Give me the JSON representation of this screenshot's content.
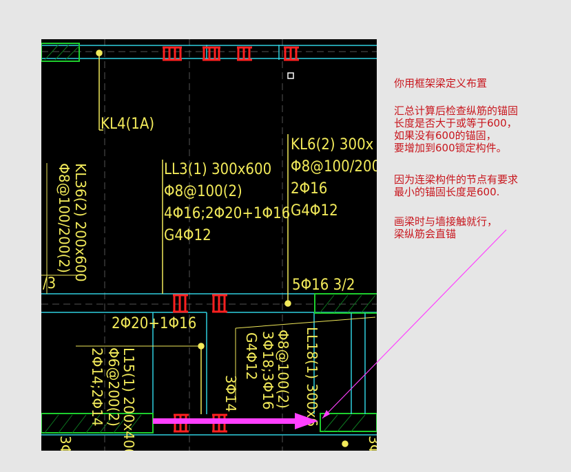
{
  "drawing": {
    "labels": {
      "kl4": "KL4(1A)",
      "kl6_1": "KL6(2) 300x",
      "kl6_2": "Φ8@100/200",
      "kl6_3": "2Φ16",
      "kl6_4": "G4Φ12",
      "ll3_1": "LL3(1) 300x600",
      "ll3_2": "Φ8@100(2)",
      "ll3_3": "4Φ16;2Φ20+1Φ16",
      "ll3_4": "G4Φ12",
      "kl36_1": "KL36(2) 200x600",
      "kl36_2": "Φ8@100/200(2)",
      "kl36_3": "/3",
      "bottom_516": "5Φ16 3/2",
      "bottom_220": "2Φ20+1Φ16",
      "l15_1": "L15(1) 200x400",
      "l15_2": "Φ6@200(2)",
      "l15_3": "2Φ14;2Φ14",
      "ll18_1": "LL18(1) 300x6",
      "ll18_2": "Φ8@100(2)",
      "ll18_3": "3Φ18;3Φ16",
      "ll18_4": "G4Φ12",
      "b314": "3Φ14",
      "edge_left": "3Φ",
      "edge_right": "3Φ"
    }
  },
  "annotations": {
    "line1": "你用框架梁定义布置",
    "para2": "汇总计算后检查纵筋的锚固\n长度是否大于或等于600，\n如果没有600的锚固，\n要增加到600锁定构件。",
    "para3": "因为连梁构件的节点有要求\n最小的锚固长度是600.",
    "para4": "画梁时与墙接触就行，\n梁纵筋会直锚"
  },
  "colors": {
    "note_text": "#c8161d",
    "cad_bg": "#000000",
    "cad_text": "#f2ea5a",
    "wall_line": "#2fd0e0",
    "wall_hatch": "#1ecf2e",
    "stirrup": "#ff2020",
    "arrow": "#ff40ff"
  }
}
